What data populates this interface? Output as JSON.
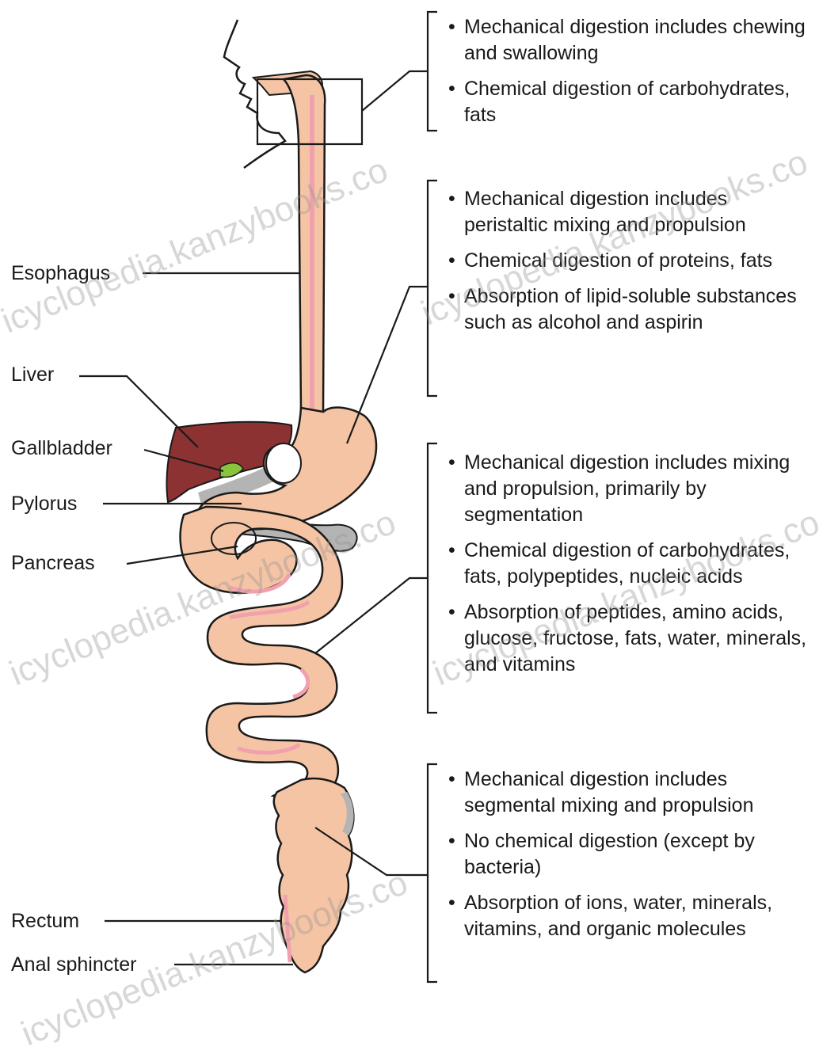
{
  "labels": {
    "esophagus": "Esophagus",
    "liver": "Liver",
    "gallbladder": "Gallbladder",
    "pylorus": "Pylorus",
    "pancreas": "Pancreas",
    "rectum": "Rectum",
    "anal_sphincter": "Anal sphincter"
  },
  "groups": [
    {
      "region": "mouth",
      "items": [
        "Mechanical digestion includes chewing and swallowing",
        "Chemical digestion of carbohydrates, fats"
      ]
    },
    {
      "region": "stomach",
      "items": [
        "Mechanical digestion includes peristaltic mixing and propulsion",
        "Chemical digestion of proteins, fats",
        "Absorption of lipid-soluble substances such as alcohol and aspirin"
      ]
    },
    {
      "region": "small-intestine",
      "items": [
        "Mechanical digestion includes mixing and propulsion, primarily by segmentation",
        "Chemical digestion of carbohydrates, fats, polypeptides, nucleic acids",
        "Absorption of peptides, amino acids, glucose, fructose, fats, water, minerals, and vitamins"
      ]
    },
    {
      "region": "large-intestine",
      "items": [
        "Mechanical digestion includes segmental mixing and propulsion",
        "No chemical digestion (except by bacteria)",
        "Absorption of ions, water, minerals, vitamins, and organic molecules"
      ]
    }
  ],
  "watermarks": [
    "icyclopedia.kanzybooks.co",
    "icyclopedia.kanzybooks.co",
    "icyclopedia.kanzybooks.co",
    "icyclopedia.kanzybooks.co",
    "icyclopedia.kanzybooks.co"
  ],
  "colors": {
    "tract_fill": "#f4c4a4",
    "tract_lining": "#f2a0ae",
    "liver": "#8c3232",
    "gallbladder": "#8ac43c",
    "shadow_gray": "#b4b4b4",
    "line": "#1a1a1a"
  }
}
